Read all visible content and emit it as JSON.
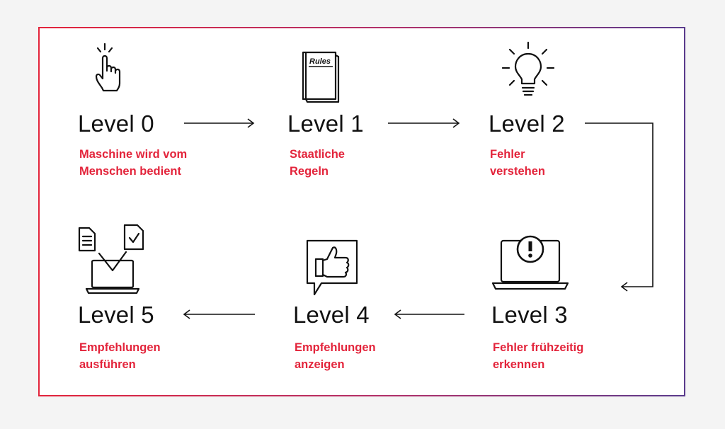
{
  "levels": [
    {
      "label": "Level 0",
      "desc_line1": "Maschine wird vom",
      "desc_line2": "Menschen bedient",
      "icon": "pointing-hand-icon"
    },
    {
      "label": "Level 1",
      "desc_line1": "Staatliche",
      "desc_line2": "Regeln",
      "icon": "rules-book-icon",
      "book_label": "Rules"
    },
    {
      "label": "Level 2",
      "desc_line1": "Fehler",
      "desc_line2": "verstehen",
      "icon": "lightbulb-icon"
    },
    {
      "label": "Level 3",
      "desc_line1": "Fehler frühzeitig",
      "desc_line2": "erkennen",
      "icon": "laptop-warning-icon"
    },
    {
      "label": "Level 4",
      "desc_line1": "Empfehlungen",
      "desc_line2": "anzeigen",
      "icon": "thumbs-up-bubble-icon"
    },
    {
      "label": "Level 5",
      "desc_line1": "Empfehlungen",
      "desc_line2": "ausführen",
      "icon": "laptop-documents-icon"
    }
  ],
  "colors": {
    "accent": "#e3243b",
    "frame_gradient_end": "#5a3a8c",
    "text": "#111111",
    "background": "#f4f4f4"
  }
}
